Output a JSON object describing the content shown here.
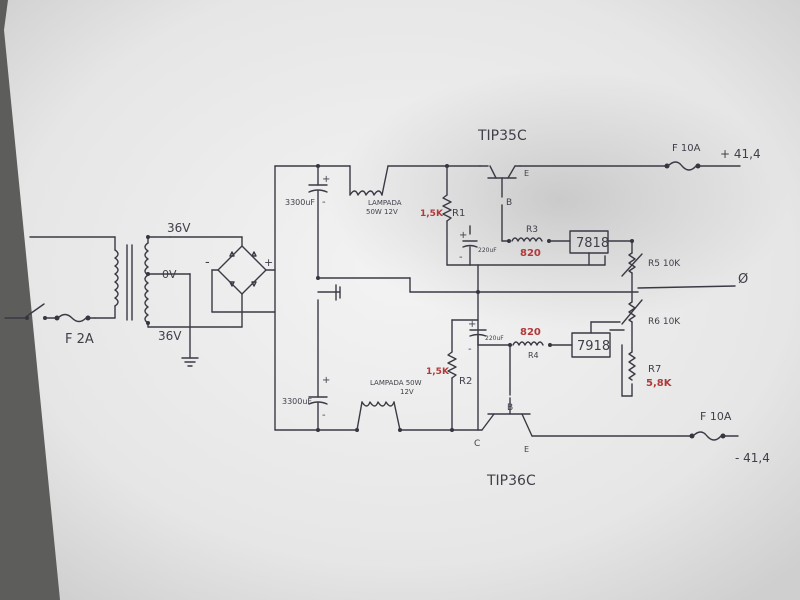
{
  "labels": {
    "transformer_top_voltage": "36V",
    "transformer_center_tap": "0V",
    "transformer_bottom_voltage": "36V",
    "fuse_primary": "F 2A",
    "cap_top": "3300uF",
    "cap_bottom": "3300uF",
    "lamp_top_name": "LAMPADA",
    "lamp_top_rating": "50W 12V",
    "lamp_bottom_name": "LAMPADA 50W",
    "lamp_bottom_rating": "12V",
    "r1_value": "1,5K",
    "r1_name": "R1",
    "r2_value": "1,5K",
    "r2_name": "R2",
    "r3_value": "820",
    "r3_name": "R3",
    "r4_value": "820",
    "r4_name": "R4",
    "small_cap_top": "220uF",
    "small_cap_bottom": "220uF",
    "reg_top": "7818",
    "reg_bottom": "7918",
    "r5": "R5 10K",
    "r6": "R6 10K",
    "r7_name": "R7",
    "r7_value": "5,8K",
    "transistor_top": "TIP35C",
    "transistor_bottom": "TIP36C",
    "pin_b": "B",
    "pin_c": "C",
    "pin_e": "E",
    "fuse_top": "F 10A",
    "fuse_bottom": "F 10A",
    "out_pos": "+ 41,4",
    "out_neg": "- 41,4",
    "ground_out": "Ø",
    "plus": "+",
    "minus": "-"
  },
  "colors": {
    "ink": "#3a3a45",
    "red_ink": "#b2393a",
    "paper": "#eeeeee"
  }
}
